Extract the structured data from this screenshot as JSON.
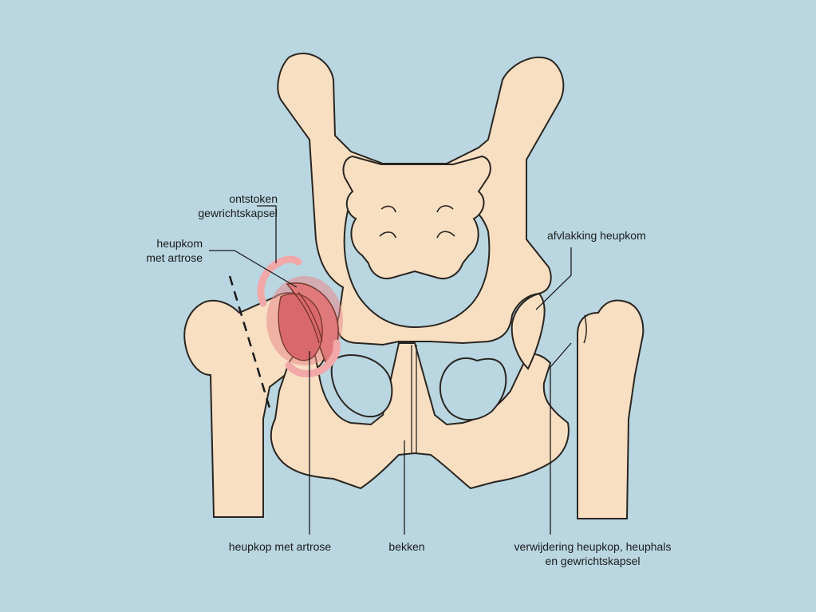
{
  "labels": {
    "ontstoken_capsule": [
      "ontstoken",
      "gewrichtskapsel"
    ],
    "heupkom_artrose": [
      "heupkom",
      "met artrose"
    ],
    "afvlakking": "afvlakking heupkom",
    "heupkop_artrose": "heupkop met artrose",
    "bekken": "bekken",
    "verwijdering": [
      "verwijdering heupkop, heuphals",
      "en gewrichtskapsel"
    ]
  },
  "colors": {
    "background": "#b9d6e1",
    "bone_fill": "#f8dfc2",
    "outline": "#2a2520",
    "inflammation": "#e88a8d",
    "capsule": "#f2a7a8"
  }
}
